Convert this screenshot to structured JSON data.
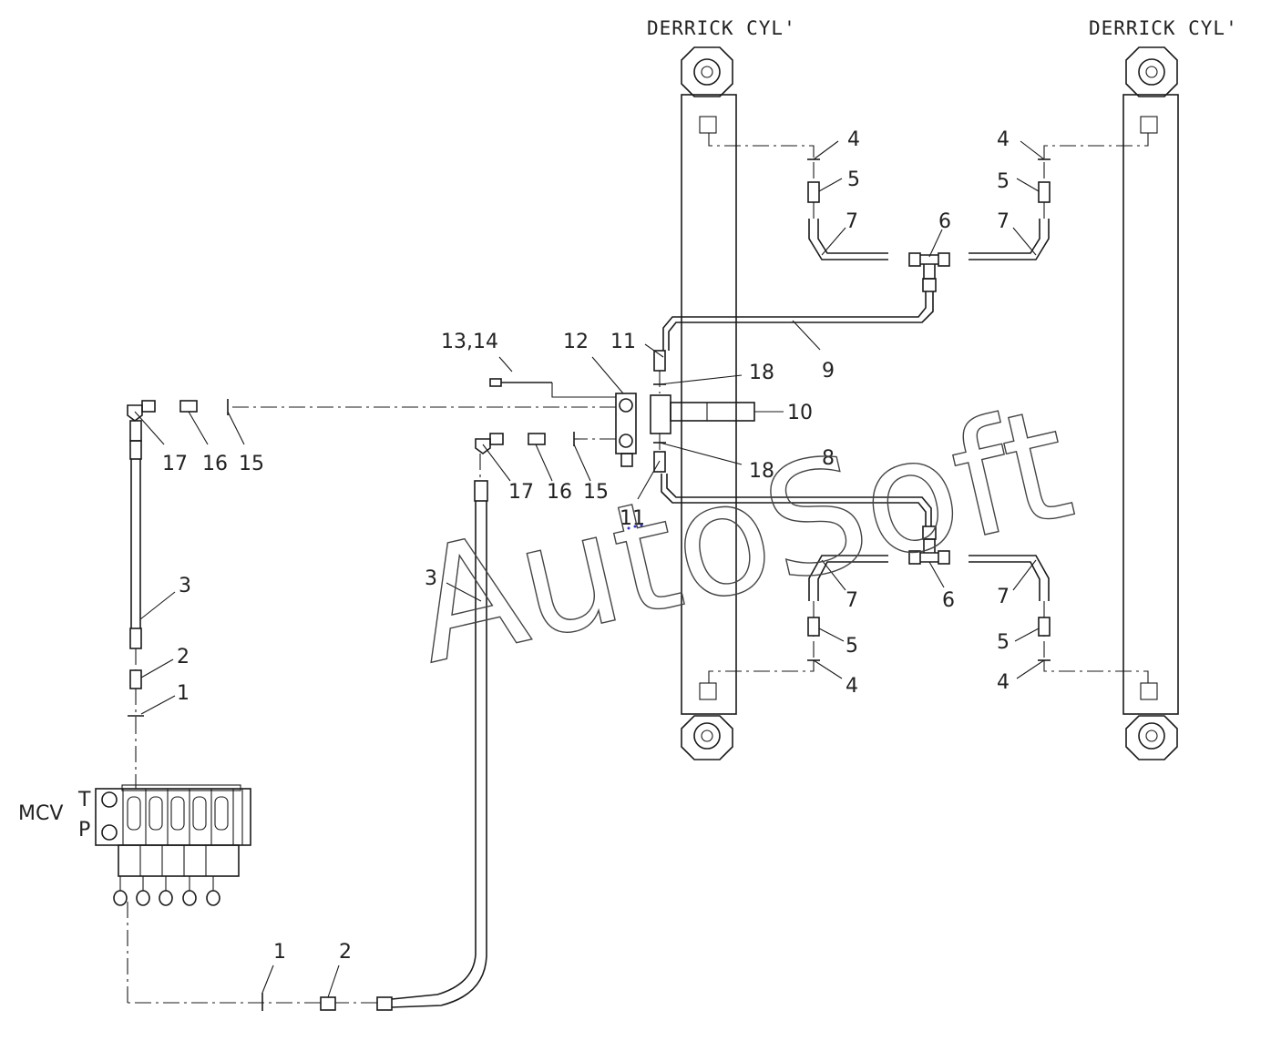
{
  "header": {
    "top_left_faded": "",
    "left_cylinder": "DERRICK CYL'",
    "right_cylinder": "DERRICK CYL'"
  },
  "mcv": {
    "label": "MCV",
    "port_t": "T",
    "port_p": "P"
  },
  "callouts": {
    "c1_upper": "1",
    "c1_lower": "1",
    "c2_upper": "2",
    "c2_lower": "2",
    "c3_left": "3",
    "c3_mid": "3",
    "c4_tl": "4",
    "c4_tr": "4",
    "c4_bl": "4",
    "c4_br": "4",
    "c5_tl": "5",
    "c5_tr": "5",
    "c5_bl": "5",
    "c5_br": "5",
    "c6_top": "6",
    "c6_bot": "6",
    "c7_tl": "7",
    "c7_tr": "7",
    "c7_bl": "7",
    "c7_br": "7",
    "c8": "8",
    "c9": "9",
    "c10": "10",
    "c11_upper": "11",
    "c11_lower": "11",
    "c12": "12",
    "c13_14": "13,14",
    "c15_left": "15",
    "c15_mid": "15",
    "c16_left": "16",
    "c16_mid": "16",
    "c17_left": "17",
    "c17_mid": "17",
    "c18_upper": "18",
    "c18_lower": "18"
  },
  "watermark": "AutoSoft",
  "colors": {
    "line": "#1a1a1a",
    "text": "#222222",
    "accent_dots": "#3333cc"
  }
}
